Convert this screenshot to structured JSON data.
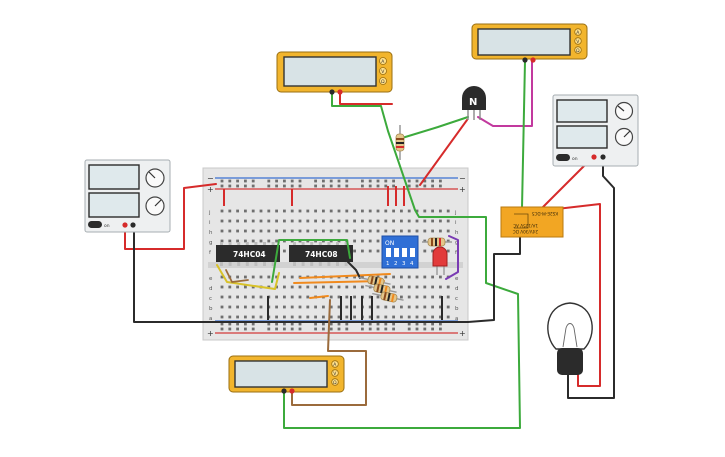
{
  "chips": {
    "left": "74HC04",
    "right": "74HC08"
  },
  "dip_switch": {
    "header": "ON",
    "numbers": [
      "1",
      "2",
      "3",
      "4"
    ]
  },
  "transistor": {
    "label": "N"
  },
  "multimeter": {
    "buttons": [
      "A",
      "V",
      "Ω"
    ]
  },
  "power_supply": {
    "on_label": "on"
  },
  "relay": {
    "lines": [
      "24V/30V DC",
      "1A/125V AC",
      "KS2E-M-DC5"
    ]
  },
  "breadboard": {
    "row_letters_top": [
      "j",
      "i",
      "h",
      "g",
      "f"
    ],
    "row_letters_bottom": [
      "e",
      "d",
      "c",
      "b",
      "a"
    ],
    "rail_minus": "−",
    "rail_plus": "+"
  },
  "colors": {
    "wire_red": "#d62b2b",
    "wire_green": "#3caa3c",
    "wire_black": "#2b2b2b",
    "wire_magenta": "#c2399e",
    "wire_yellow": "#d8c22a",
    "wire_orange": "#f08a1e",
    "wire_brown": "#9b6b3c",
    "wire_purple": "#7a3bb3",
    "multimeter": "#f2b52d",
    "breadboard": "#e6e6e6"
  }
}
